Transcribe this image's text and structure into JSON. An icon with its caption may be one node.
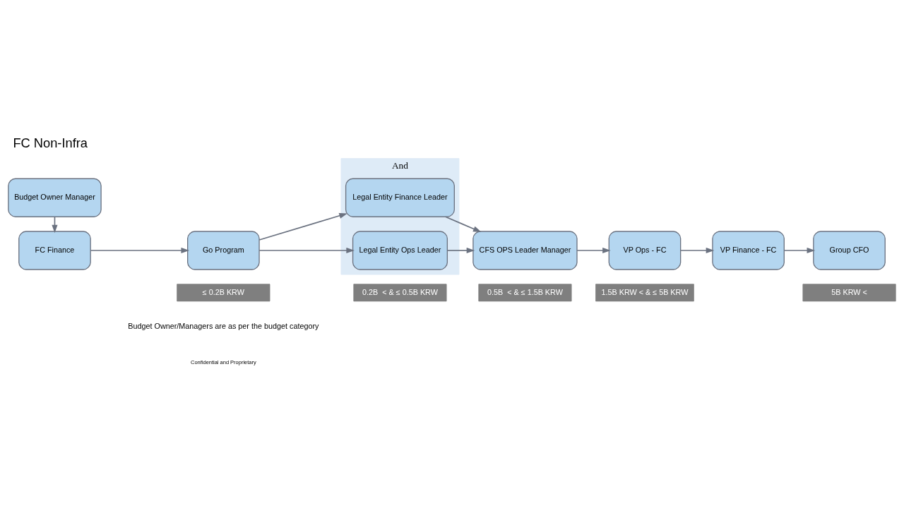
{
  "diagram": {
    "title": "FC Non-Infra",
    "nodes": [
      {
        "text": [
          "Budget Owner Manager"
        ]
      },
      {
        "text": [
          "FC Finance"
        ]
      },
      {
        "text": [
          "Go Program"
        ]
      },
      {
        "text": [
          "And"
        ]
      },
      {
        "text": [
          "Legal Entity Finance Leader"
        ],
        "in": 3
      },
      {
        "text": [
          "Legal Entity Ops Leader"
        ],
        "in": 3
      },
      {
        "text": [
          "CFS OPS Leader Manager"
        ]
      },
      {
        "text": [
          "VP Ops - FC"
        ]
      },
      {
        "text": [
          "VP Finance - FC"
        ]
      },
      {
        "text": [
          "Group CFO"
        ]
      },
      {
        "text": [
          "≤ 0.2B KRW"
        ]
      },
      {
        "text": [
          "0.2B  < & ≤ 0.5B KRW"
        ]
      },
      {
        "text": [
          "0.5B  < & ≤ 1.5B KRW"
        ]
      },
      {
        "text": [
          "1.5B KRW < & ≤ 5B KRW"
        ]
      },
      {
        "text": [
          "5B KRW <"
        ]
      }
    ],
    "edges": [
      {
        "from": 0,
        "to": 1,
        "arrow": "to"
      },
      {
        "from": 1,
        "to": 2,
        "arrow": "to"
      },
      {
        "from": 2,
        "to": 4,
        "arrow": "to"
      },
      {
        "from": 2,
        "to": 5,
        "arrow": "to"
      },
      {
        "from": 4,
        "to": 6,
        "arrow": "to"
      },
      {
        "from": 5,
        "to": 6,
        "arrow": "to"
      },
      {
        "from": 6,
        "to": 7,
        "arrow": "to"
      },
      {
        "from": 7,
        "to": 8,
        "arrow": "to"
      },
      {
        "from": 8,
        "to": 9,
        "arrow": "to"
      }
    ],
    "labels": [
      "Budget Owner/Managers are as per the budget category",
      "Confidential and Proprietary"
    ]
  }
}
